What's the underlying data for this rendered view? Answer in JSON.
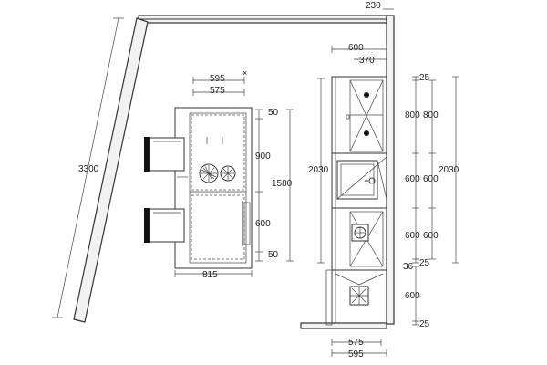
{
  "wall": {
    "length": "3300",
    "top_offset": "230"
  },
  "island": {
    "width_outer": "595",
    "width_inner": "575",
    "depth": "815",
    "depth_total": "1580",
    "overhang_top": "50",
    "section_sink": "900",
    "section_lower": "600",
    "overhang_bottom": "50"
  },
  "tall_unit": {
    "width_top": "600",
    "width_inner_top": "370",
    "height_left": "2030",
    "height_right": "2030",
    "width_bottom_inner": "575",
    "width_bottom_outer": "595",
    "inner_col": [
      "25",
      "800",
      "600",
      "600",
      "25"
    ],
    "outer_col": [
      "800",
      "600",
      "600"
    ],
    "lower_col": [
      "36",
      "600",
      "25"
    ]
  }
}
